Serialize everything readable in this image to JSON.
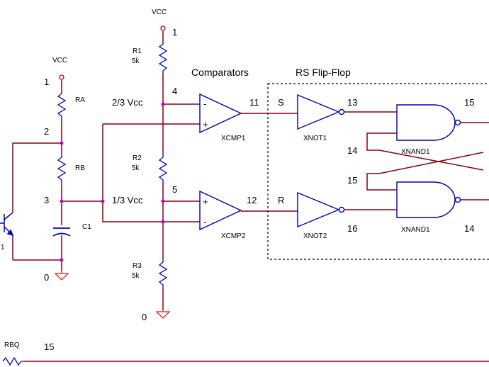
{
  "colors": {
    "wire": "#8b0010",
    "part": "#0000c0",
    "power": "#c00000",
    "ground": "#e02020",
    "text": "#000000"
  },
  "labels": {
    "vcc_top": "VCC",
    "vcc_left": "VCC",
    "comparators": "Comparators",
    "rs_flipflop": "RS Flip-Flop",
    "r1": "R1",
    "r1_val": "5k",
    "r2": "R2",
    "r2_val": "5k",
    "r3": "R3",
    "r3_val": "5k",
    "ra": "RA",
    "rb": "RB",
    "c1": "C1",
    "xcmp1": "XCMP1",
    "xcmp2": "XCMP2",
    "xnot1": "XNOT1",
    "xnot2": "XNOT2",
    "xnand1_top": "XNAND1",
    "xnand1_bot": "XNAND1",
    "two_thirds_vcc": "2/3 Vcc",
    "one_third_vcc": "1/3 Vcc",
    "node_1_top": "1",
    "node_1_left": "1",
    "node_2": "2",
    "node_3": "3",
    "node_0_left": "0",
    "node_0_right": "0",
    "node_4": "4",
    "node_5": "5",
    "node_11": "11",
    "node_12": "12",
    "node_13": "13",
    "node_14_mid": "14",
    "node_14_bot": "14",
    "node_15_top": "15",
    "node_15_mid": "15",
    "node_15_bot": "15",
    "node_16": "16",
    "s": "S",
    "r": "R",
    "rbq": "RBQ",
    "transistor_pin": "1",
    "cmp_minus_top": "-",
    "cmp_plus_top": "+",
    "cmp_plus_bot": "+",
    "cmp_minus_bot": "-"
  }
}
